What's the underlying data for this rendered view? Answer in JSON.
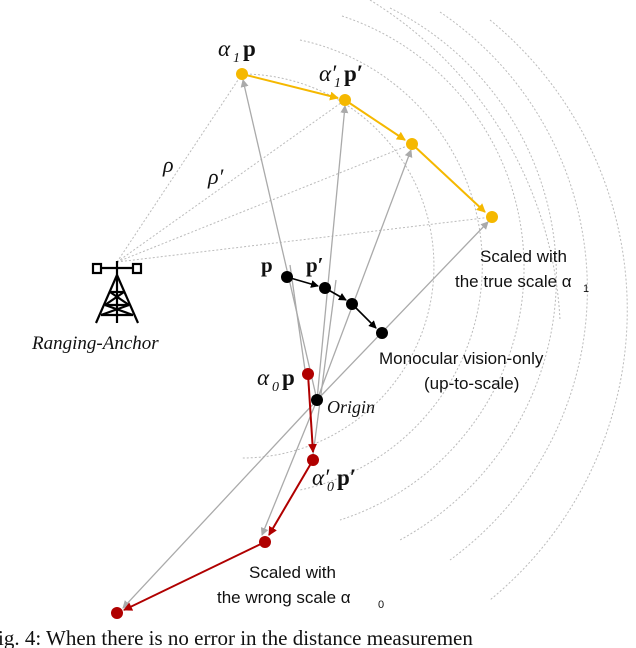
{
  "labels": {
    "rho": "ρ",
    "rho_prime": "ρ′",
    "p": "p",
    "p_prime": "p′",
    "alpha1": "α",
    "alpha1_sub": "1",
    "alpha1_p": "p",
    "alpha1_prime": "α′",
    "alpha1_prime_sub": "1",
    "alpha1_prime_p": "p′",
    "alpha0": "α",
    "alpha0_sub": "0",
    "alpha0_p": "p",
    "alpha0_prime": "α′",
    "alpha0_prime_sub": "0",
    "alpha0_prime_p": "p′",
    "origin": "Origin",
    "anchor": "Ranging-Anchor",
    "true_scale_line1": "Scaled with",
    "true_scale_line2": "the true scale α",
    "true_scale_sub": "1",
    "mono_line1": "Monocular vision-only",
    "mono_line2": "(up-to-scale)",
    "wrong_scale_line1": "Scaled with",
    "wrong_scale_line2": "the wrong scale α",
    "wrong_scale_sub": "0",
    "caption": "ig. 4: When there is no error in the distance measuremen"
  },
  "colors": {
    "true_scale": "#F5B800",
    "wrong_scale": "#B00000",
    "mono": "#000000",
    "rays": "#AAAAAA",
    "arcs": "#BBBBBB"
  }
}
